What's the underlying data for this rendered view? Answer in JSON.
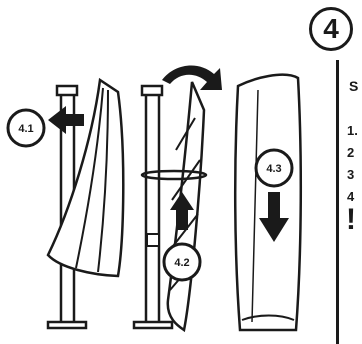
{
  "step": {
    "number": "4"
  },
  "sidebar": {
    "heading": "S",
    "items": [
      "1.",
      "2",
      "3",
      "4"
    ],
    "warning_symbol": "!"
  },
  "callouts": [
    "4.1",
    "4.2",
    "4.3"
  ],
  "icons": {
    "arrow_left": "arrow-left-icon",
    "arrow_up": "arrow-up-icon",
    "arrow_down": "arrow-down-icon",
    "arrow_rotate": "rotate-arrow-icon",
    "warning": "warning-icon"
  }
}
